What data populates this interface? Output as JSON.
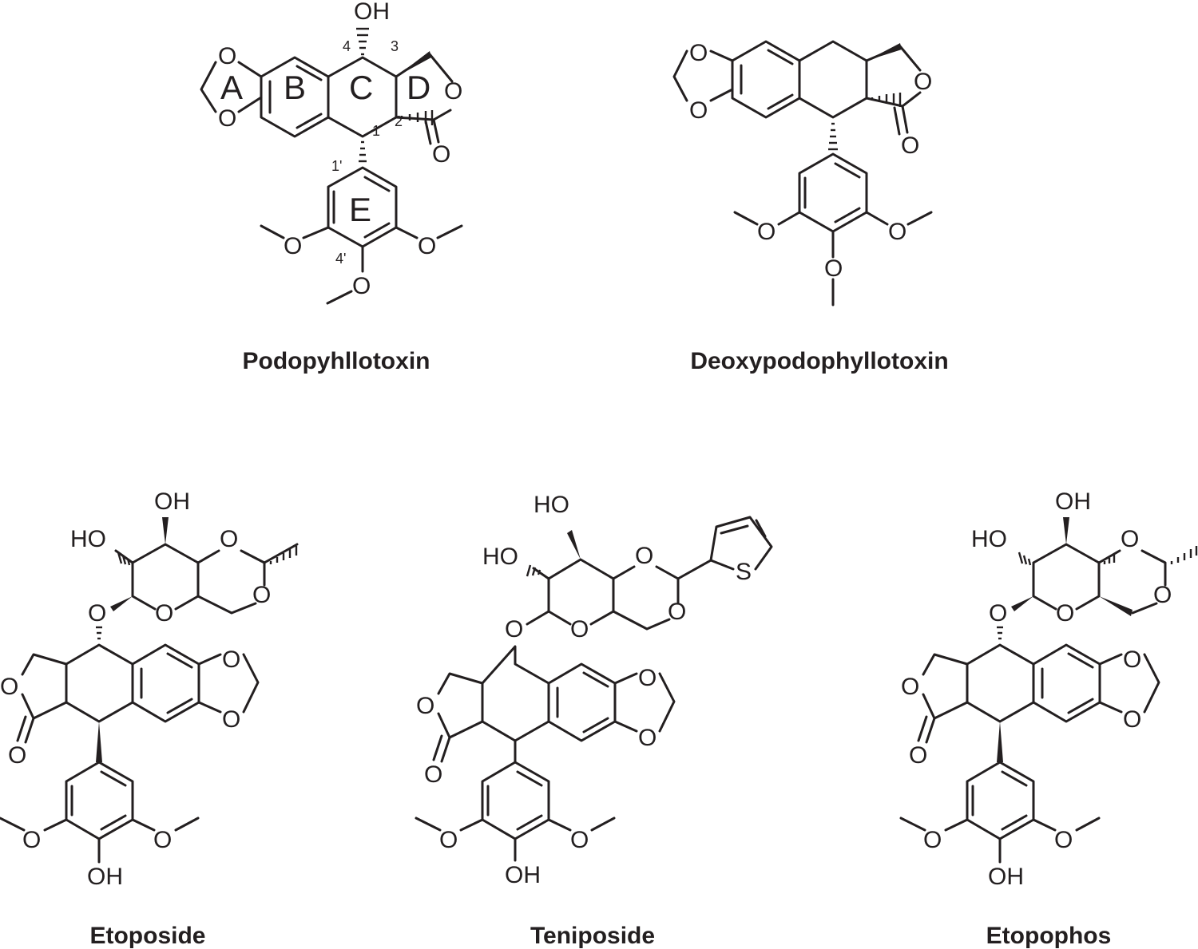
{
  "compounds": [
    {
      "name": "Podopyhllotoxin",
      "ring_labels": [
        "A",
        "B",
        "C",
        "D",
        "E"
      ],
      "position_labels": [
        "4",
        "3",
        "2",
        "1",
        "1'",
        "4'"
      ],
      "atoms": [
        "OH",
        "O",
        "O",
        "O",
        "O",
        "O",
        "O",
        "O"
      ]
    },
    {
      "name": "Deoxypodophyllotoxin",
      "atoms": [
        "O",
        "O",
        "O",
        "O",
        "O",
        "O",
        "O"
      ]
    },
    {
      "name": "Etoposide",
      "atoms": [
        "OH",
        "HO",
        "O",
        "O",
        "O",
        "O",
        "O",
        "O",
        "O",
        "O",
        "O",
        "O",
        "OH"
      ]
    },
    {
      "name": "Teniposide",
      "atoms": [
        "HO",
        "HO",
        "S",
        "O",
        "O",
        "O",
        "O",
        "O",
        "O",
        "O",
        "O",
        "O",
        "O",
        "OH"
      ]
    },
    {
      "name": "Etopophos",
      "atoms": [
        "OH",
        "HO",
        "O",
        "O",
        "O",
        "O",
        "O",
        "O",
        "O",
        "O",
        "O",
        "O",
        "OH"
      ]
    }
  ]
}
